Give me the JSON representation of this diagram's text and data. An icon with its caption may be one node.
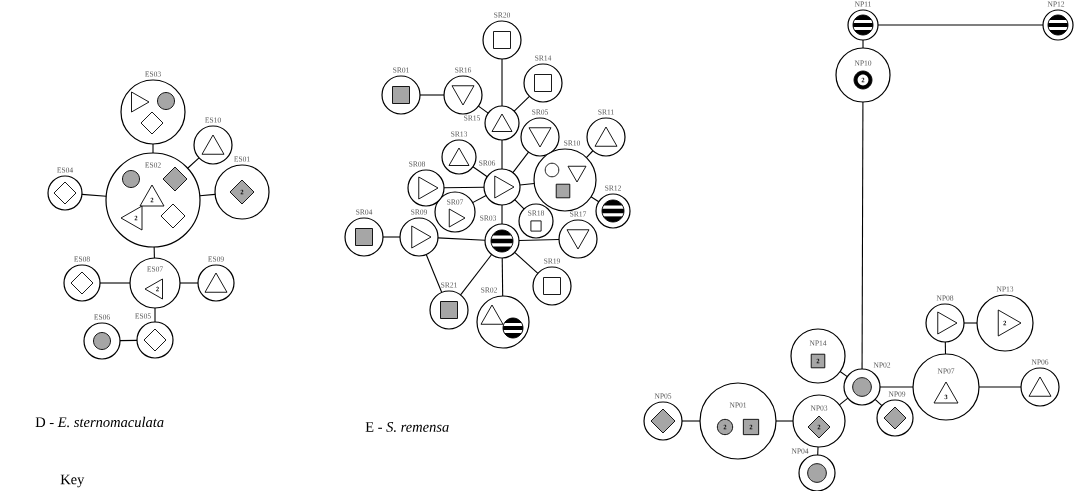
{
  "diagram": {
    "nodes": [
      {
        "text": [
          "ES01",
          "2"
        ]
      },
      {
        "text": [
          "ES02",
          "2",
          "2"
        ]
      },
      {
        "text": [
          "ES03"
        ]
      },
      {
        "text": [
          "ES04"
        ]
      },
      {
        "text": [
          "ES05"
        ]
      },
      {
        "text": [
          "ES06"
        ]
      },
      {
        "text": [
          "ES07",
          "2"
        ]
      },
      {
        "text": [
          "ES08"
        ]
      },
      {
        "text": [
          "ES09"
        ]
      },
      {
        "text": [
          "ES10"
        ]
      },
      {
        "text": [
          "SR01"
        ]
      },
      {
        "text": [
          "SR02"
        ]
      },
      {
        "text": [
          "SR03"
        ]
      },
      {
        "text": [
          "SR04"
        ]
      },
      {
        "text": [
          "SR05"
        ]
      },
      {
        "text": [
          "SR06"
        ]
      },
      {
        "text": [
          "SR07"
        ]
      },
      {
        "text": [
          "SR08"
        ]
      },
      {
        "text": [
          "SR09"
        ]
      },
      {
        "text": [
          "SR10"
        ]
      },
      {
        "text": [
          "SR11"
        ]
      },
      {
        "text": [
          "SR12"
        ]
      },
      {
        "text": [
          "SR13"
        ]
      },
      {
        "text": [
          "SR14"
        ]
      },
      {
        "text": [
          "SR15"
        ]
      },
      {
        "text": [
          "SR16"
        ]
      },
      {
        "text": [
          "SR17"
        ]
      },
      {
        "text": [
          "SR18"
        ]
      },
      {
        "text": [
          "SR19"
        ]
      },
      {
        "text": [
          "SR20"
        ]
      },
      {
        "text": [
          "SR21"
        ]
      },
      {
        "text": [
          "NP01",
          "2",
          "2"
        ]
      },
      {
        "text": [
          "NP02"
        ]
      },
      {
        "text": [
          "NP03",
          "2"
        ]
      },
      {
        "text": [
          "NP04"
        ]
      },
      {
        "text": [
          "NP05"
        ]
      },
      {
        "text": [
          "NP06"
        ]
      },
      {
        "text": [
          "NP07",
          "3"
        ]
      },
      {
        "text": [
          "NP08"
        ]
      },
      {
        "text": [
          "NP09"
        ]
      },
      {
        "text": [
          "NP10",
          "2"
        ]
      },
      {
        "text": [
          "NP11"
        ]
      },
      {
        "text": [
          "NP12"
        ]
      },
      {
        "text": [
          "NP13",
          "2"
        ]
      },
      {
        "text": [
          "NP14",
          "2"
        ]
      }
    ],
    "edges": [
      {
        "from": 2,
        "to": 1,
        "arrow": "none"
      },
      {
        "from": 9,
        "to": 1,
        "arrow": "none"
      },
      {
        "from": 3,
        "to": 1,
        "arrow": "none"
      },
      {
        "from": 1,
        "to": 0,
        "arrow": "none"
      },
      {
        "from": 1,
        "to": 6,
        "arrow": "none"
      },
      {
        "from": 7,
        "to": 6,
        "arrow": "none"
      },
      {
        "from": 6,
        "to": 8,
        "arrow": "none"
      },
      {
        "from": 6,
        "to": 4,
        "arrow": "none"
      },
      {
        "from": 5,
        "to": 4,
        "arrow": "none"
      },
      {
        "from": 29,
        "to": 24,
        "arrow": "none"
      },
      {
        "from": 23,
        "to": 24,
        "arrow": "none"
      },
      {
        "from": 10,
        "to": 25,
        "arrow": "none"
      },
      {
        "from": 25,
        "to": 24,
        "arrow": "none"
      },
      {
        "from": 24,
        "to": 15,
        "arrow": "none"
      },
      {
        "from": 14,
        "to": 15,
        "arrow": "none"
      },
      {
        "from": 22,
        "to": 15,
        "arrow": "none"
      },
      {
        "from": 17,
        "to": 15,
        "arrow": "none"
      },
      {
        "from": 16,
        "to": 15,
        "arrow": "none"
      },
      {
        "from": 15,
        "to": 19,
        "arrow": "none"
      },
      {
        "from": 19,
        "to": 20,
        "arrow": "none"
      },
      {
        "from": 19,
        "to": 21,
        "arrow": "none"
      },
      {
        "from": 15,
        "to": 27,
        "arrow": "none"
      },
      {
        "from": 15,
        "to": 12,
        "arrow": "none"
      },
      {
        "from": 13,
        "to": 18,
        "arrow": "none"
      },
      {
        "from": 18,
        "to": 12,
        "arrow": "none"
      },
      {
        "from": 18,
        "to": 30,
        "arrow": "none"
      },
      {
        "from": 30,
        "to": 12,
        "arrow": "none"
      },
      {
        "from": 12,
        "to": 26,
        "arrow": "none"
      },
      {
        "from": 12,
        "to": 28,
        "arrow": "none"
      },
      {
        "from": 12,
        "to": 11,
        "arrow": "none"
      },
      {
        "from": 41,
        "to": 42,
        "arrow": "none"
      },
      {
        "from": 41,
        "to": 40,
        "arrow": "none"
      },
      {
        "from": 40,
        "to": 32,
        "arrow": "none"
      },
      {
        "from": 44,
        "to": 32,
        "arrow": "none"
      },
      {
        "from": 32,
        "to": 33,
        "arrow": "none"
      },
      {
        "from": 32,
        "to": 39,
        "arrow": "none"
      },
      {
        "from": 32,
        "to": 37,
        "arrow": "none"
      },
      {
        "from": 37,
        "to": 38,
        "arrow": "none"
      },
      {
        "from": 38,
        "to": 43,
        "arrow": "none"
      },
      {
        "from": 37,
        "to": 36,
        "arrow": "none"
      },
      {
        "from": 35,
        "to": 31,
        "arrow": "none"
      },
      {
        "from": 31,
        "to": 33,
        "arrow": "none"
      },
      {
        "from": 33,
        "to": 34,
        "arrow": "none"
      }
    ],
    "labels": [
      "D - *E. sternomaculata*",
      "E - *S. remensa*",
      "Key"
    ]
  }
}
